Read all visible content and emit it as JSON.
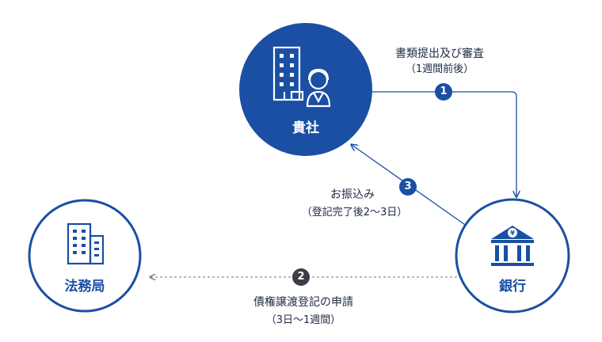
{
  "colors": {
    "primary": "#1a4fa3",
    "dark_badge": "#3a3d44",
    "text": "#1f2a44",
    "dotted_line": "#8a8f99"
  },
  "nodes": {
    "company": {
      "label": "貴社",
      "icon": "office-building-with-person-icon"
    },
    "bank": {
      "label": "銀行",
      "icon": "bank-yen-icon"
    },
    "registry": {
      "label": "法務局",
      "icon": "office-buildings-icon"
    }
  },
  "steps": [
    {
      "number": "1",
      "title": "書類提出及び審査",
      "detail": "（1週間前後）"
    },
    {
      "number": "2",
      "title": "債権譲渡登記の申請",
      "detail": "（3日〜1週間）"
    },
    {
      "number": "3",
      "title": "お振込み",
      "detail": "（登記完了後2〜3日）"
    }
  ]
}
